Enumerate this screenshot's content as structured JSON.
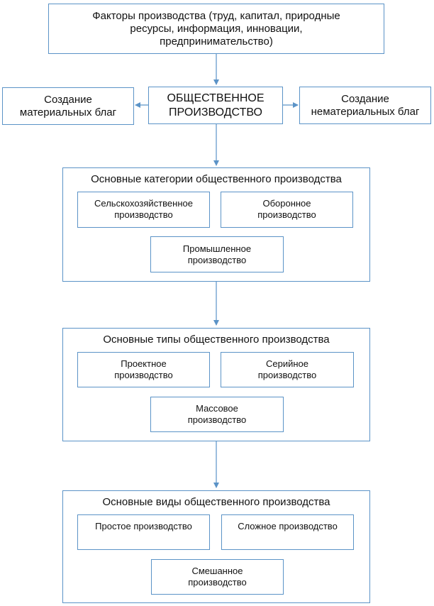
{
  "factors": "Факторы производства (труд, капитал, природные\nресурсы, информация, инновации,\nпредпринимательство)",
  "center": "ОБЩЕСТВЕННОЕ\nПРОИЗВОДСТВО",
  "left": "Создание\nматериальных благ",
  "right": "Создание\nнематериальных благ",
  "categories": {
    "title": "Основные категории общественного производства",
    "items": [
      "Сельскохозяйственное\nпроизводство",
      "Оборонное\nпроизводство",
      "Промышленное\nпроизводство"
    ]
  },
  "types": {
    "title": "Основные типы общественного производства",
    "items": [
      "Проектное\nпроизводство",
      "Серийное\nпроизводство",
      "Массовое\nпроизводство"
    ]
  },
  "kinds": {
    "title": "Основные виды общественного производства",
    "items": [
      "Простое производство",
      "Сложное производство",
      "Смешанное\nпроизводство"
    ]
  },
  "colors": {
    "border": "#5b93c7",
    "arrow": "#5b93c7"
  }
}
